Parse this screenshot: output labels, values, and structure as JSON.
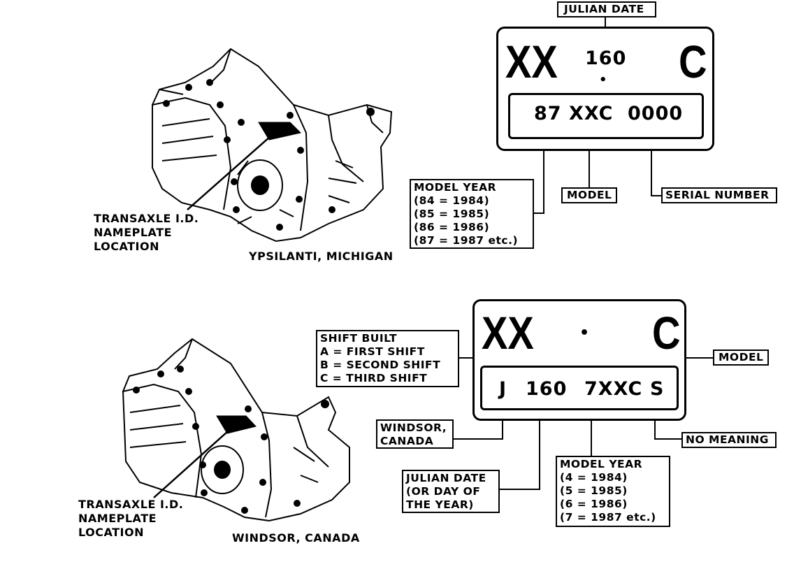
{
  "top": {
    "plate": {
      "left_code": "XX",
      "julian": "160",
      "dot": "•",
      "right_code": "C",
      "year": "87",
      "model": "XXC",
      "serial": "0000"
    },
    "labels": {
      "julian_date": "JULIAN DATE",
      "model": "MODEL",
      "serial_number": "SERIAL NUMBER"
    },
    "model_year": {
      "title": "MODEL YEAR",
      "lines": [
        "(84 = 1984)",
        "(85 = 1985)",
        "(86 = 1986)",
        "(87 = 1987 etc.)"
      ]
    },
    "nameplate": [
      "TRANSAXLE I.D.",
      "NAMEPLATE",
      "LOCATION"
    ],
    "location": "YPSILANTI, MICHIGAN"
  },
  "bottom": {
    "plate": {
      "left_code": "XX",
      "dot": "•",
      "right_code": "C",
      "plant": "J",
      "julian": "160",
      "year_model": "7XXC",
      "suffix": "S"
    },
    "shift": {
      "title": "SHIFT BUILT",
      "lines": [
        "A = FIRST SHIFT",
        "B = SECOND SHIFT",
        "C = THIRD SHIFT"
      ]
    },
    "labels": {
      "model": "MODEL",
      "no_meaning": "NO MEANING"
    },
    "windsor_box": [
      "WINDSOR,",
      "CANADA"
    ],
    "julian_box": [
      "JULIAN DATE",
      "(OR DAY OF",
      "THE YEAR)"
    ],
    "model_year": {
      "title": "MODEL YEAR",
      "lines": [
        "(4 = 1984)",
        "(5 = 1985)",
        "(6 = 1986)",
        "(7 = 1987 etc.)"
      ]
    },
    "nameplate": [
      "TRANSAXLE I.D.",
      "NAMEPLATE",
      "LOCATION"
    ],
    "location": "WINDSOR, CANADA"
  },
  "colors": {
    "ink": "#000000",
    "paper": "#ffffff"
  }
}
